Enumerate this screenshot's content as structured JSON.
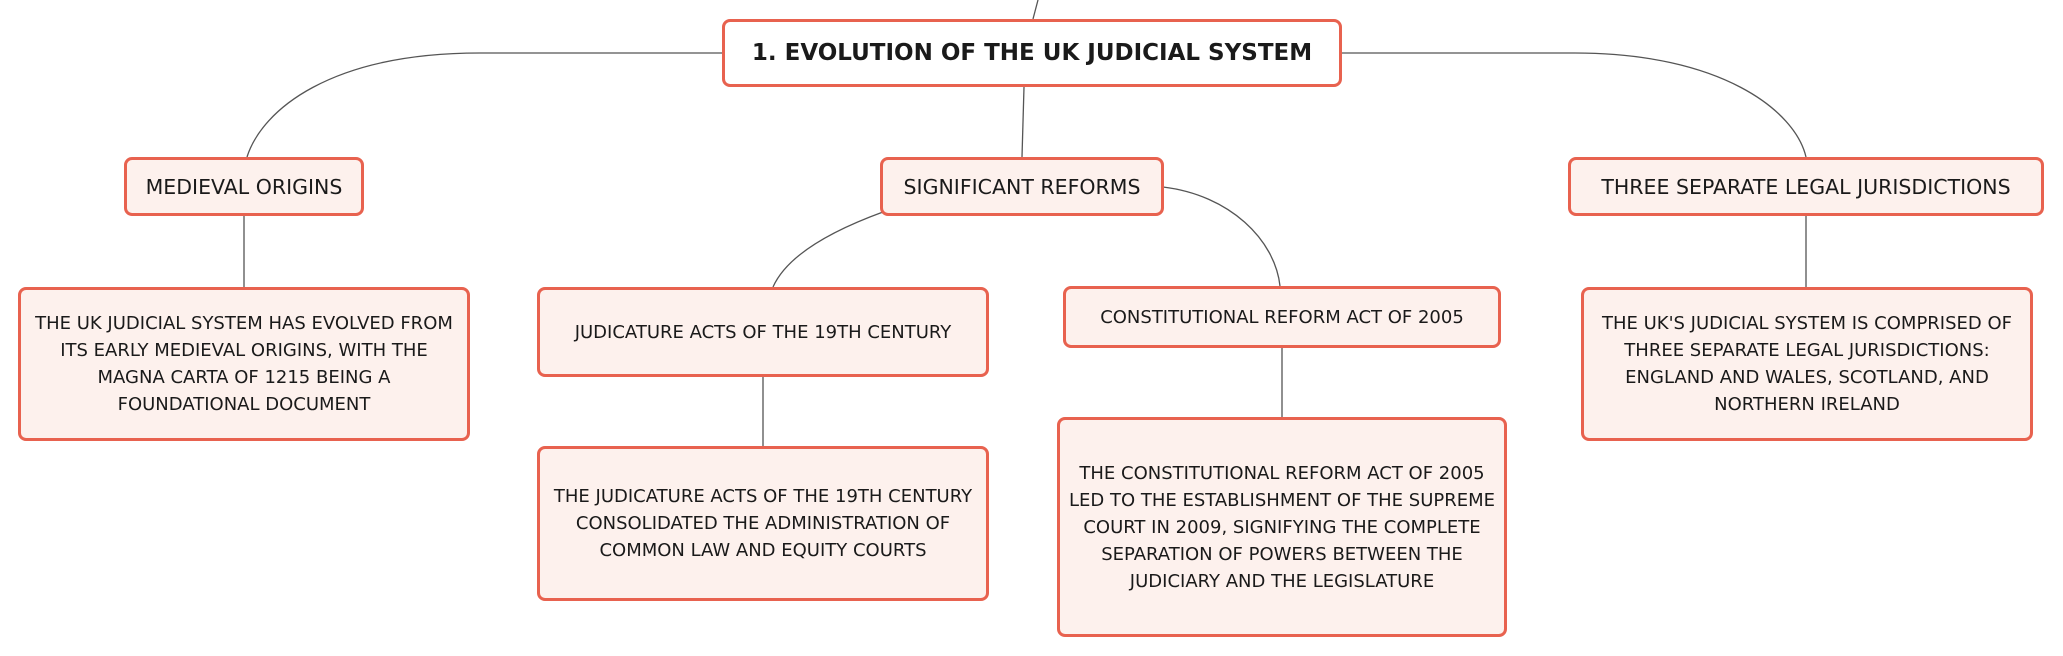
{
  "root": {
    "title": "1. EVOLUTION OF THE UK JUDICIAL SYSTEM"
  },
  "branches": [
    {
      "label": "MEDIEVAL ORIGINS",
      "details": [
        "THE UK JUDICIAL SYSTEM HAS EVOLVED FROM ITS EARLY MEDIEVAL ORIGINS, WITH THE MAGNA CARTA OF 1215 BEING A FOUNDATIONAL DOCUMENT"
      ]
    },
    {
      "label": "SIGNIFICANT REFORMS",
      "children": [
        {
          "label": "JUDICATURE ACTS OF THE 19TH CENTURY",
          "detail": "THE JUDICATURE ACTS OF THE 19TH CENTURY CONSOLIDATED THE ADMINISTRATION OF COMMON LAW AND EQUITY COURTS"
        },
        {
          "label": "CONSTITUTIONAL REFORM ACT OF 2005",
          "detail": "THE CONSTITUTIONAL REFORM ACT OF 2005 LED TO THE ESTABLISHMENT OF THE SUPREME COURT IN 2009, SIGNIFYING THE COMPLETE SEPARATION OF POWERS BETWEEN THE JUDICIARY AND THE LEGISLATURE"
        }
      ]
    },
    {
      "label": "THREE SEPARATE LEGAL JURISDICTIONS",
      "details": [
        "THE UK'S JUDICIAL SYSTEM IS COMPRISED OF THREE SEPARATE LEGAL JURISDICTIONS: ENGLAND AND WALES, SCOTLAND, AND NORTHERN IRELAND"
      ]
    }
  ],
  "colors": {
    "node_border": "#e8624f",
    "node_fill": "#fdf1ed",
    "root_fill": "#ffffff",
    "connector": "#555555",
    "text": "#1a1a1a"
  }
}
